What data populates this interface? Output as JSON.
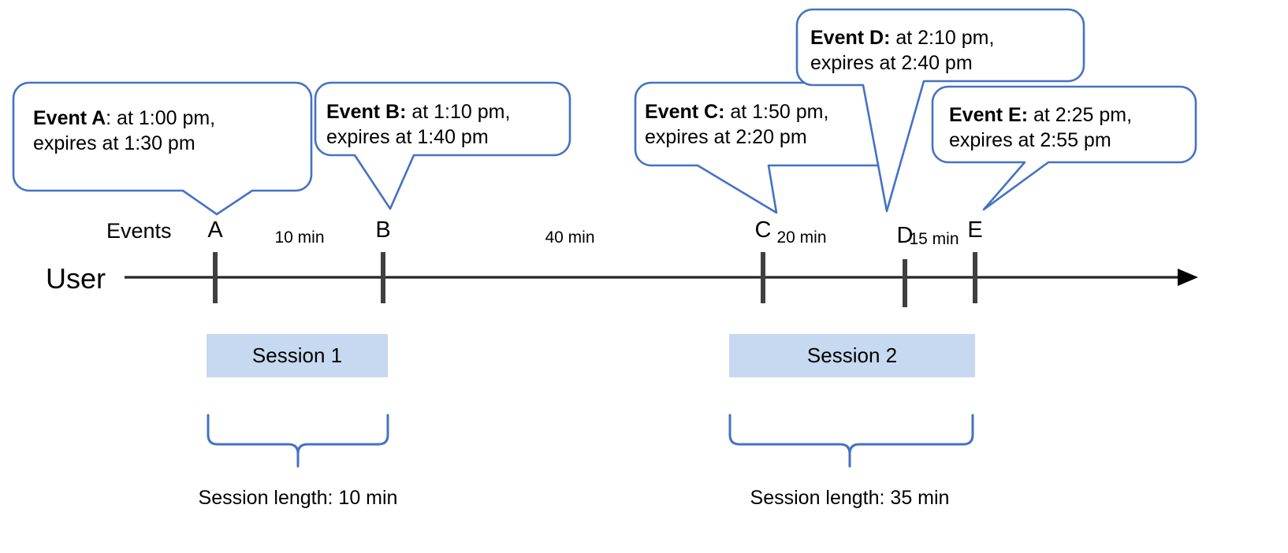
{
  "diagram": {
    "title": "Session timeline with expiring events",
    "accent_color": "#4472c4",
    "session_fill": "#c6d9f1",
    "axis_color": "#404040",
    "text_color": "#000000"
  },
  "axis": {
    "track_label": "User",
    "events_label": "Events"
  },
  "callouts": [
    {
      "id": "A",
      "lead": "Event A",
      "rest": ": at 1:00 pm,",
      "line2": "expires at 1:30 pm"
    },
    {
      "id": "B",
      "lead": "Event B:",
      "rest": " at 1:10 pm,",
      "line2": "expires at 1:40 pm"
    },
    {
      "id": "C",
      "lead": "Event C:",
      "rest": " at 1:50 pm,",
      "line2": "expires at 2:20 pm"
    },
    {
      "id": "D",
      "lead": "Event D:",
      "rest": " at 2:10 pm,",
      "line2": "expires at 2:40 pm"
    },
    {
      "id": "E",
      "lead": "Event E:",
      "rest": " at 2:25 pm,",
      "line2": "expires at 2:55 pm"
    }
  ],
  "markers": [
    {
      "letter": "A"
    },
    {
      "letter": "B"
    },
    {
      "letter": "C"
    },
    {
      "letter": "D"
    },
    {
      "letter": "E"
    }
  ],
  "gaps": [
    {
      "label": "10 min"
    },
    {
      "label": "40 min"
    },
    {
      "label": "20 min"
    },
    {
      "label": "15 min"
    }
  ],
  "sessions": [
    {
      "name": "Session 1",
      "length_label": "Session length: 10 min"
    },
    {
      "name": "Session 2",
      "length_label": "Session length: 35 min"
    }
  ],
  "chart_data": {
    "type": "timeline",
    "title": "Session timeline with expiring events",
    "events": [
      {
        "id": "A",
        "time": "1:00 pm",
        "expires": "1:30 pm",
        "session": "Session 1"
      },
      {
        "id": "B",
        "time": "1:10 pm",
        "expires": "1:40 pm",
        "session": "Session 1"
      },
      {
        "id": "C",
        "time": "1:50 pm",
        "expires": "2:20 pm",
        "session": "Session 2"
      },
      {
        "id": "D",
        "time": "2:10 pm",
        "expires": "2:40 pm",
        "session": "Session 2"
      },
      {
        "id": "E",
        "time": "2:25 pm",
        "expires": "2:55 pm",
        "session": "Session 2"
      }
    ],
    "intervals": [
      {
        "from": "A",
        "to": "B",
        "label": "10 min"
      },
      {
        "from": "B",
        "to": "C",
        "label": "40 min"
      },
      {
        "from": "C",
        "to": "D",
        "label": "20 min"
      },
      {
        "from": "D",
        "to": "E",
        "label": "15 min"
      }
    ],
    "sessions": [
      {
        "name": "Session 1",
        "events": [
          "A",
          "B"
        ],
        "length": "10 min"
      },
      {
        "name": "Session 2",
        "events": [
          "C",
          "D",
          "E"
        ],
        "length": "35 min"
      }
    ]
  }
}
